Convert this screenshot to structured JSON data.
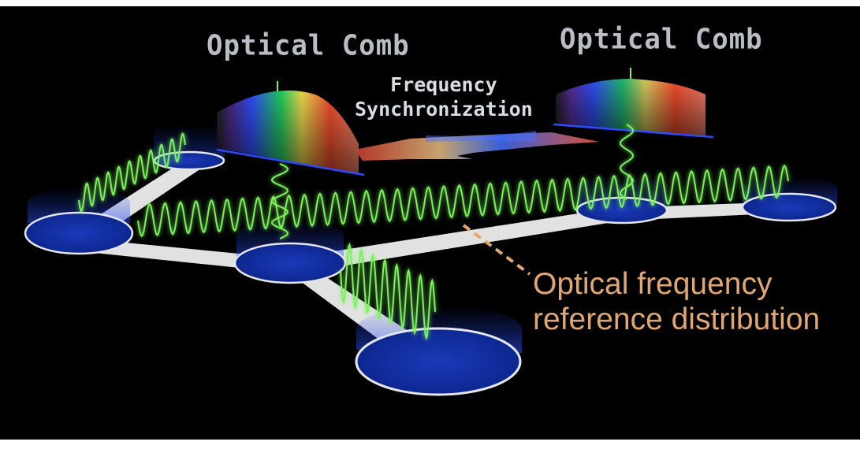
{
  "labels": {
    "comb_left": "Optical Comb",
    "comb_right": "Optical Comb",
    "sync_line1": "Frequency",
    "sync_line2": "Synchronization",
    "ref_line1": "Optical frequency",
    "ref_line2": "reference distribution"
  },
  "colors": {
    "background": "#000000",
    "node_fill": "#0d2a9c",
    "node_rim": "#e6e6f0",
    "wave": "#7cf25e",
    "link": "#eeeeee",
    "ref_text": "#e0a870",
    "comb_text": "#b8bec4",
    "axis": "#2a4cff"
  }
}
